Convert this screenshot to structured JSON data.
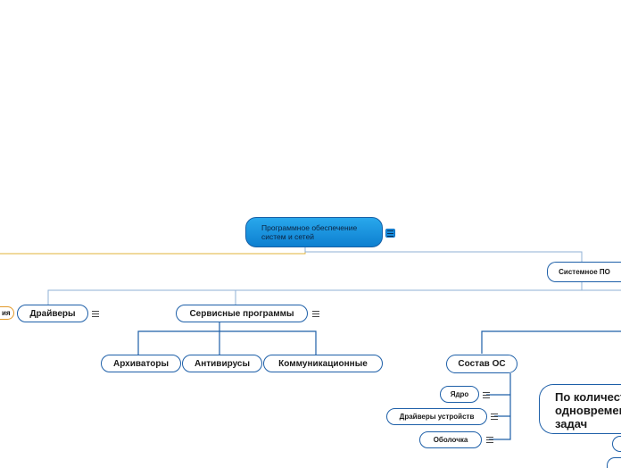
{
  "diagram": {
    "root": {
      "label_line1": "Программное обеспечение",
      "label_line2": "систем и сетей"
    },
    "nodes": {
      "system_software": "Системное ПО",
      "drivers": "Драйверы",
      "service_programs": "Сервисные программы",
      "archivers": "Архиваторы",
      "antiviruses": "Антивирусы",
      "communication": "Коммуникационные",
      "os_composition": "Состав ОС",
      "kernel": "Ядро",
      "device_drivers": "Драйверы устройств",
      "shell": "Оболочка",
      "left_cut": "ия",
      "tasks_line1": "По количест",
      "tasks_line2": "одновремен",
      "tasks_line3": "задач"
    },
    "colors": {
      "connector": "#1d5fa8",
      "secondary_connector": "#8fb0d6",
      "orange_connector": "#e2b33a",
      "root_fill": "#1a96e6"
    },
    "icons": {
      "topic_menu": "menu-lines-icon"
    }
  }
}
